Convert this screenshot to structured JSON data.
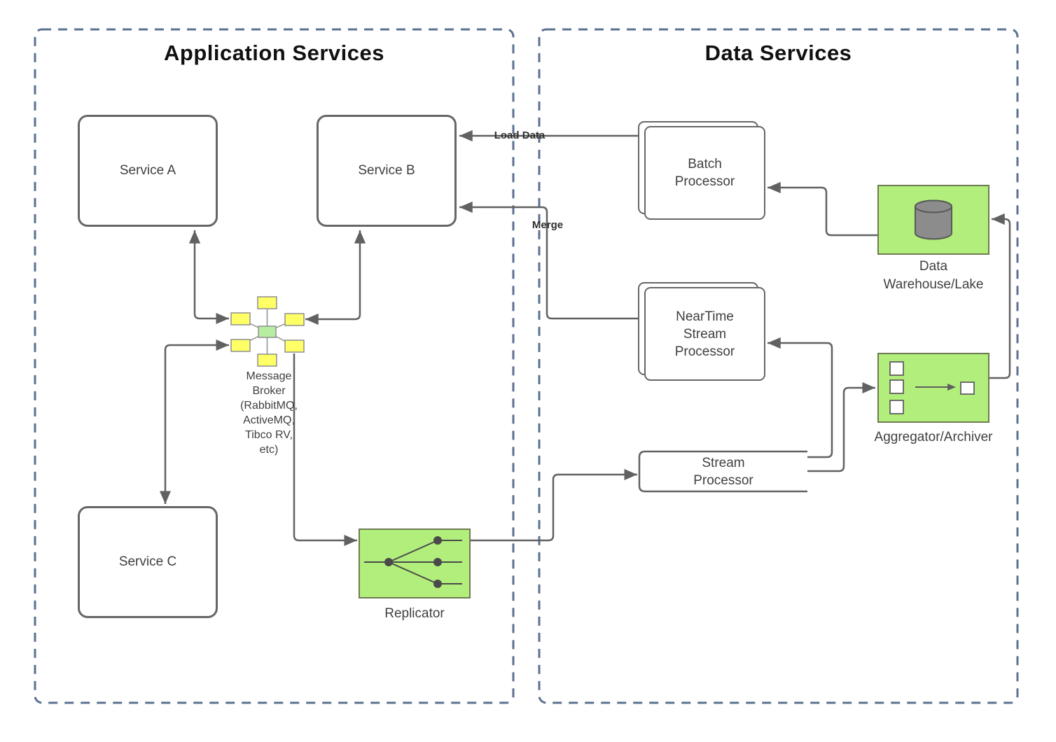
{
  "diagram": {
    "containers": {
      "application_services": {
        "title": "Application Services"
      },
      "data_services": {
        "title": "Data Services"
      }
    },
    "nodes": {
      "service_a": {
        "label": "Service A"
      },
      "service_b": {
        "label": "Service B"
      },
      "service_c": {
        "label": "Service C"
      },
      "message_broker": {
        "label": "Message\nBroker\n(RabbitMQ,\nActiveMQ,\nTibco RV,\netc)"
      },
      "replicator": {
        "label": "Replicator"
      },
      "batch_processor": {
        "label": "Batch\nProcessor"
      },
      "neartime_stream_processor": {
        "label": "NearTime\nStream\nProcessor"
      },
      "stream_processor": {
        "label": "Stream\nProcessor"
      },
      "data_warehouse": {
        "label": "Data\nWarehouse/Lake"
      },
      "aggregator_archiver": {
        "label": "Aggregator/Archiver"
      }
    },
    "edge_labels": {
      "load_data": "Load Data",
      "merge": "Merge"
    },
    "colors": {
      "node_green": "#b2ee7b",
      "broker_center_green": "#b6eda1",
      "broker_yellow": "#ffff66",
      "connector_gray": "#616161",
      "box_border_gray": "#666666",
      "container_dash_blue": "#5b7191",
      "cylinder_gray": "#8c8c8c"
    }
  }
}
